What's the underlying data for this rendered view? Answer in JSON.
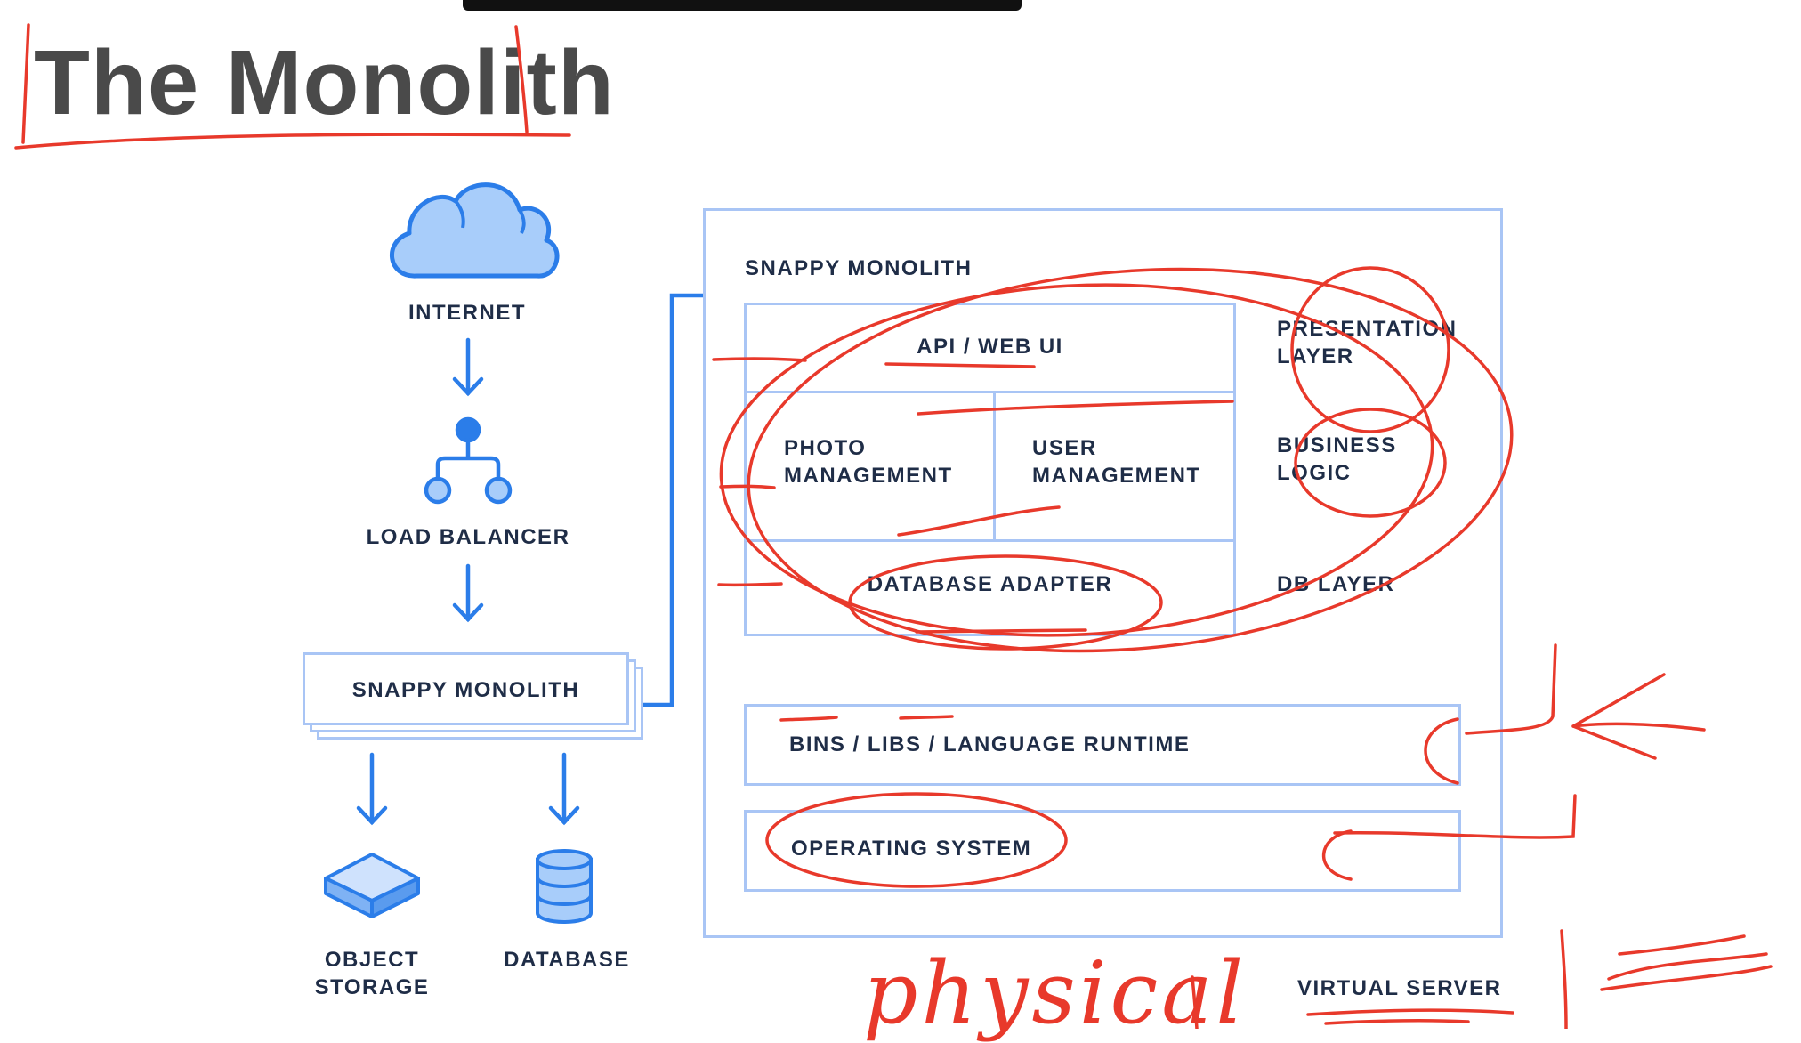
{
  "title": "The Monolith",
  "colors": {
    "accent_blue": "#2b7de9",
    "light_blue": "#a9c5f5",
    "cloud_fill": "#a8cdfa",
    "text_dark": "#1f2d47",
    "annotation_red": "#e8392b"
  },
  "flow": {
    "internet": "INTERNET",
    "load_balancer": "LOAD BALANCER",
    "app": "SNAPPY MONOLITH",
    "object_storage": "OBJECT\nSTORAGE",
    "database": "DATABASE"
  },
  "server": {
    "heading": "SNAPPY MONOLITH",
    "api": "API / WEB UI",
    "photo": "PHOTO\nMANAGEMENT",
    "user": "USER\nMANAGEMENT",
    "db_adapter": "DATABASE ADAPTER",
    "presentation": "PRESENTATION\nLAYER",
    "business": "BUSINESS\nLOGIC",
    "db_layer": "DB LAYER",
    "runtime": "BINS / LIBS / LANGUAGE RUNTIME",
    "os": "OPERATING SYSTEM",
    "caption": "VIRTUAL SERVER"
  },
  "annotations": {
    "handwritten": "physical"
  }
}
